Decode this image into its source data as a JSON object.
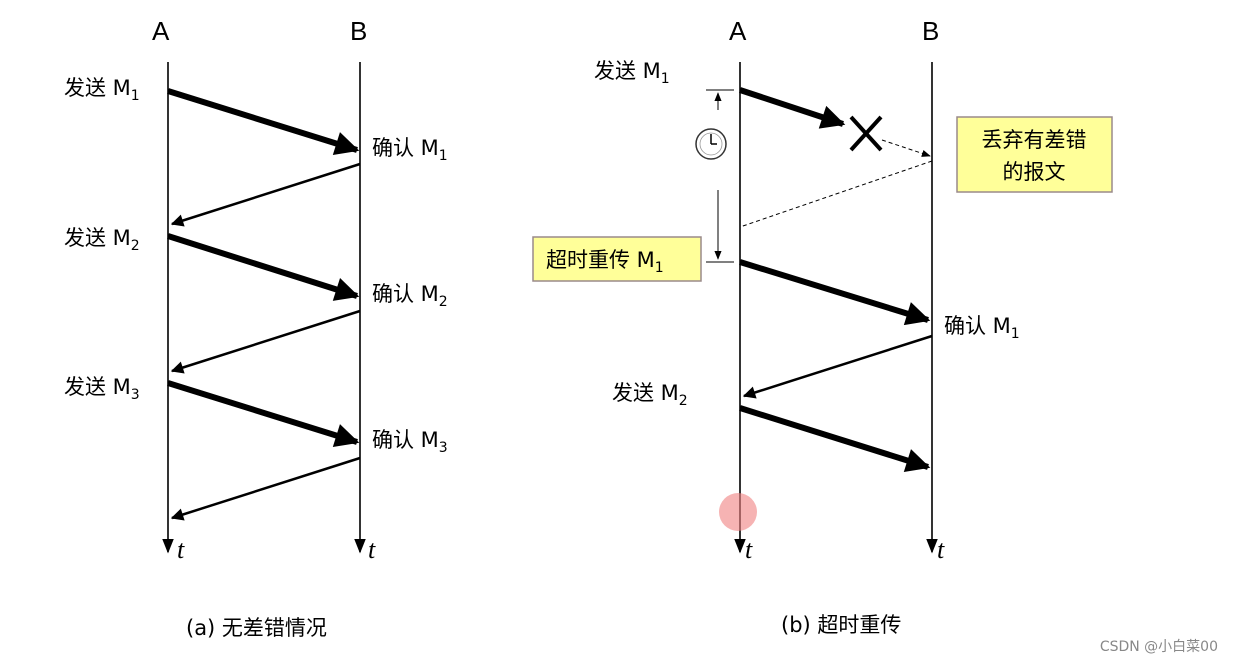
{
  "panel_a": {
    "node_a": "A",
    "node_b": "B",
    "send_label": "发送 M",
    "confirm_label": "确认 M",
    "subscripts": [
      "1",
      "2",
      "3"
    ],
    "time_label": "t",
    "caption": "(a) 无差错情况"
  },
  "panel_b": {
    "node_a": "A",
    "node_b": "B",
    "send1": "发送 M",
    "send1_sub": "1",
    "discard_line1": "丢弃有差错",
    "discard_line2": "的报文",
    "retransmit": "超时重传 M",
    "retransmit_sub": "1",
    "confirm": "确认 M",
    "confirm_sub": "1",
    "send2": "发送 M",
    "send2_sub": "2",
    "time_label": "t",
    "caption": "(b) 超时重传"
  },
  "watermark": "CSDN @小白菜00",
  "colors": {
    "highlight_box": "#ffff99",
    "cursor_dot": "#f08080"
  }
}
